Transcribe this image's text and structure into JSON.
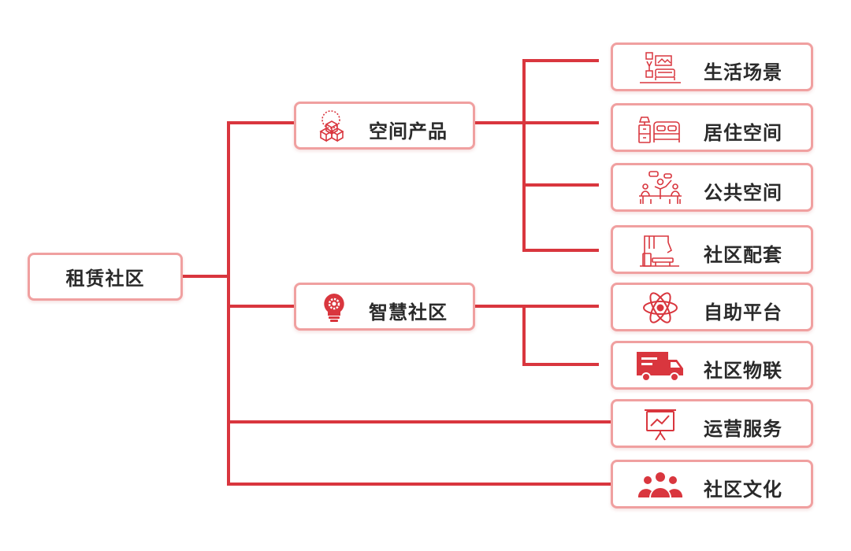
{
  "colors": {
    "line": "#d9363e",
    "border": "#f0a0a0",
    "icon": "#d9363e",
    "text": "#2a2a2a"
  },
  "root": {
    "label": "租赁社区"
  },
  "branches": [
    {
      "label": "空间产品",
      "icon": "cubes-icon",
      "children": [
        {
          "label": "生活场景",
          "icon": "living-room-icon"
        },
        {
          "label": "居住空间",
          "icon": "bedroom-icon"
        },
        {
          "label": "公共空间",
          "icon": "meeting-icon"
        },
        {
          "label": "社区配套",
          "icon": "gym-icon"
        }
      ]
    },
    {
      "label": "智慧社区",
      "icon": "lightbulb-gear-icon",
      "children": [
        {
          "label": "自助平台",
          "icon": "atom-icon"
        },
        {
          "label": "社区物联",
          "icon": "delivery-truck-icon"
        }
      ]
    }
  ],
  "direct_leaves": [
    {
      "label": "运营服务",
      "icon": "presentation-chart-icon"
    },
    {
      "label": "社区文化",
      "icon": "people-group-icon"
    }
  ]
}
